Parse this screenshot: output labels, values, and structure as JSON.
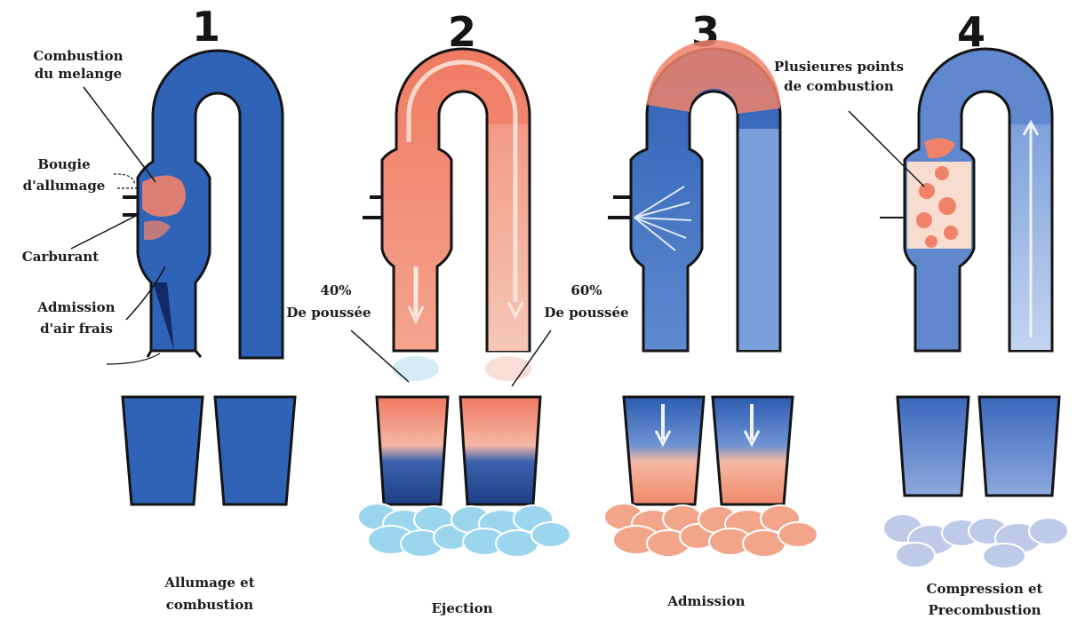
{
  "stages": [
    {
      "number": "1",
      "caption_line1": "Allumage et",
      "caption_line2": "combustion",
      "labels": {
        "combustion_line1": "Combustion",
        "combustion_line2": "du melange",
        "spark_line1": "Bougie",
        "spark_line2": "d'allumage",
        "fuel": "Carburant",
        "intake_line1": "Admission",
        "intake_line2": "d'air frais"
      }
    },
    {
      "number": "2",
      "caption_line1": "Ejection",
      "labels": {
        "left_pct": "40%",
        "left_text": "De poussée",
        "right_pct": "60%",
        "right_text": "De poussée"
      }
    },
    {
      "number": "3",
      "caption_line1": "Admission"
    },
    {
      "number": "4",
      "caption_line1": "Compression et",
      "caption_line2": "Precombustion",
      "labels": {
        "points_line1": "Plusieures points",
        "points_line2": "de combustion"
      }
    }
  ],
  "colors": {
    "blue": "#2f63b8",
    "light_blue": "#8fb0e6",
    "hot": "#f0826a",
    "light_hot": "#f6c0ae",
    "outline": "#141414",
    "cloud_blue": "#9cd6ee",
    "cloud_red": "#f3a58a"
  }
}
